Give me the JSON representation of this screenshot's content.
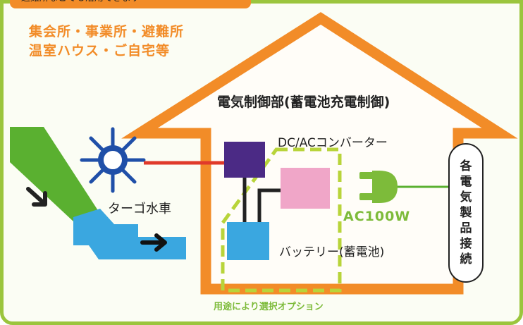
{
  "banner": {
    "text": "避難所などでも活用できます"
  },
  "facilities": {
    "line1": "集会所・事業所・避難所",
    "line2": "温室ハウス・ご自宅等"
  },
  "labels": {
    "control": "電気制御部(蓄電池充電制御)",
    "converter": "DC/ACコンバーター",
    "turbine": "ターゴ水車",
    "ac": "AC100W",
    "battery": "バッテリー(蓄電池)",
    "option": "用途により選択オプション",
    "connection": "各電気製品接続"
  },
  "colors": {
    "house": "#f28c28",
    "frame": "#9bc53d",
    "pipe": "#5ab030",
    "water": "#3aa7e0",
    "turbine": "#1f4fa8",
    "converter": "#4b2a85",
    "inverter": "#f0a6c8",
    "plug": "#7dbb3a",
    "wire_red": "#e03a2a"
  },
  "icons": [
    "water-arrow-icon",
    "turbine-icon",
    "plug-icon"
  ]
}
